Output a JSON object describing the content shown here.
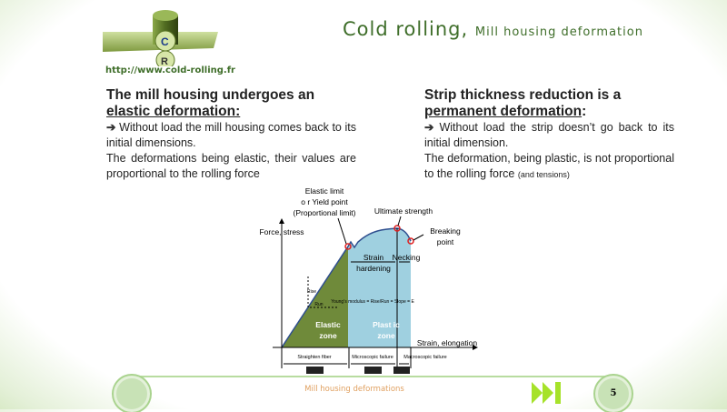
{
  "header": {
    "title_main": "Cold rolling,",
    "title_sub": "Mill housing deformation",
    "logo_letters": [
      "C",
      "R"
    ],
    "url": "http://www.cold-rolling.fr"
  },
  "left": {
    "heading_line1": "The mill housing undergoes an",
    "heading_line2": "elastic deformation:",
    "arrow": "➔",
    "p1": "Without load the mill housing comes back to its initial dimensions.",
    "p2": "The deformations being elastic, their values are proportional to the rolling force"
  },
  "right": {
    "heading_line1": "Strip thickness reduction is a",
    "heading_line2": "permanent deformation",
    "heading_colon": ":",
    "arrow": "➔",
    "p1": "Without load the strip doesn’t go back to its initial dimension.",
    "p2": "The deformation, being plastic, is not proportional to the rolling force",
    "p2_small": "(and tensions)"
  },
  "diagram": {
    "elastic_limit": [
      "Elastic limit",
      "o r Yield point",
      "(Proportional limit)"
    ],
    "ultimate": "Ultimate strength",
    "breaking": [
      "Breaking",
      "point"
    ],
    "y_axis": "Force, stress",
    "x_axis": "Strain, elongation",
    "strain_hardening": [
      "Strain",
      "hardening"
    ],
    "necking": "Necking",
    "rise": "Rise",
    "run": "Run",
    "youngs": "Young’s modulus = Rise/Run = Slope = E",
    "elastic_zone": [
      "Elastic",
      "zone"
    ],
    "plastic_zone": [
      "Plast ic",
      "zone"
    ],
    "bottom": [
      "Straighten fiber",
      "Microscopic failure",
      "Macroscopic failure"
    ],
    "colors": {
      "elastic": "#6f8a3a",
      "plastic": "#9fd0e0",
      "curve": "#2f4f8f",
      "marker": "#e02020"
    }
  },
  "footer": {
    "text_highlight": "Mi",
    "text_rest": "ll housing deformations",
    "page": "5",
    "next_icon": "skip-forward-icon",
    "accent": "#a6e22a"
  }
}
